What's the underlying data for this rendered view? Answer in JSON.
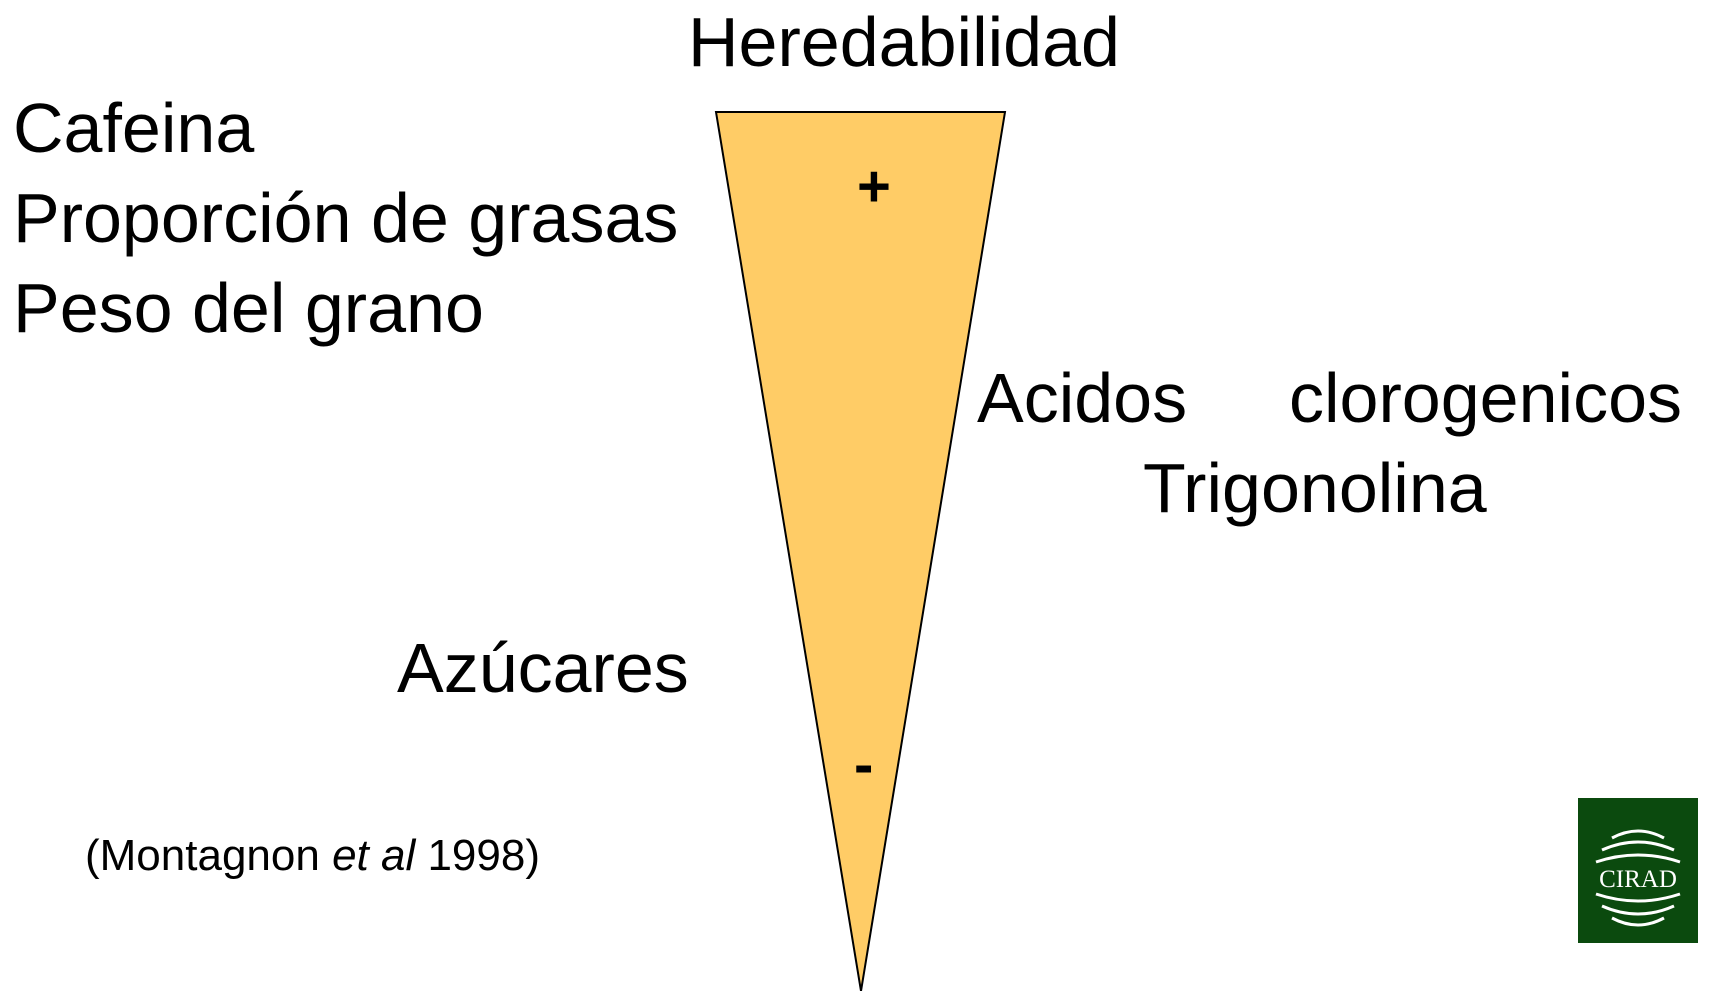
{
  "title": "Heredabilidad",
  "left_traits": [
    "Cafeina",
    "Proporción de grasas",
    "Peso del grano"
  ],
  "right_traits": {
    "acidos_a": "Acidos",
    "acidos_b": "clorogenicos",
    "trigonolina": "Trigonolina"
  },
  "lower_trait": "Azúcares",
  "high_sign": "+",
  "low_sign": "-",
  "citation": {
    "open": "(Montagnon ",
    "italic": "et al",
    "close": " 1998)"
  },
  "logo": {
    "text": "CIRAD",
    "background": "#0b4a0e"
  },
  "colors": {
    "wedge_fill": "#ffcc66",
    "wedge_stroke": "#000000"
  }
}
